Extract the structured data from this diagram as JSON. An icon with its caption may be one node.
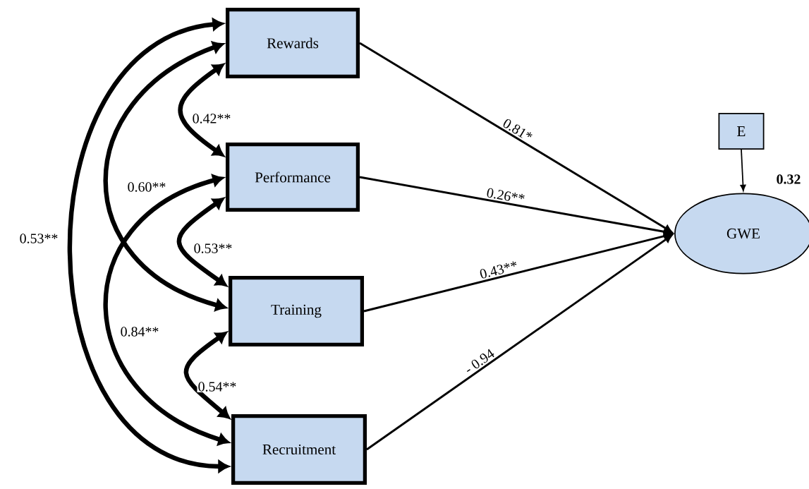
{
  "diagram": {
    "nodes": [
      {
        "text": [
          "Rewards"
        ]
      },
      {
        "text": [
          "Performance"
        ]
      },
      {
        "text": [
          "Training"
        ]
      },
      {
        "text": [
          "Recruitment"
        ]
      },
      {
        "text": [
          "E"
        ]
      },
      {
        "text": [
          "GWE"
        ],
        "beside": [
          "0.32"
        ]
      }
    ],
    "edges": [
      {
        "from": 0,
        "to": 5,
        "arrow": "to",
        "label": "0.81*"
      },
      {
        "from": 1,
        "to": 5,
        "arrow": "to",
        "label": "0.26**"
      },
      {
        "from": 2,
        "to": 5,
        "arrow": "to",
        "label": "0.43**"
      },
      {
        "from": 3,
        "to": 5,
        "arrow": "to",
        "label": "- 0.94"
      },
      {
        "from": 4,
        "to": 5,
        "arrow": "to"
      },
      {
        "from": 0,
        "to": 1,
        "arrow": "both",
        "label": "0.42**"
      },
      {
        "from": 0,
        "to": 2,
        "arrow": "both",
        "label": "0.60**"
      },
      {
        "from": 0,
        "to": 3,
        "arrow": "both",
        "label": "0.53**"
      },
      {
        "from": 1,
        "to": 2,
        "arrow": "both",
        "label": "0.53**"
      },
      {
        "from": 1,
        "to": 3,
        "arrow": "both",
        "label": "0.84**"
      },
      {
        "from": 2,
        "to": 3,
        "arrow": "both",
        "label": "0.54**"
      }
    ]
  }
}
